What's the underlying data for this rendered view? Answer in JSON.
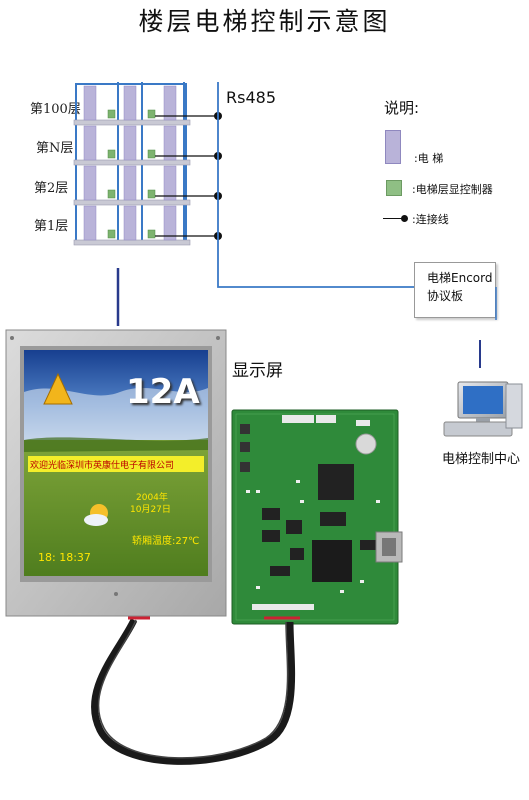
{
  "title": "楼层电梯控制示意图",
  "floors": [
    "第100层",
    "第N层",
    "第2层",
    "第1层"
  ],
  "bus_label": "Rs485",
  "legend": {
    "title": "说明:",
    "items": [
      {
        "icon": "elevator-swatch",
        "color": "#b9b3d9",
        "label": ":电 梯"
      },
      {
        "icon": "controller-swatch",
        "color": "#8fbf84",
        "label": ":电梯层显控制器"
      },
      {
        "icon": "connector-line-icon",
        "label": ":连接线"
      }
    ]
  },
  "encoder_board": {
    "line1": "电梯Encord",
    "line2": "协议板"
  },
  "screen_label": "显示屏",
  "control_center_label": "电梯控制中心",
  "lcd": {
    "floor_number": "12A",
    "marquee": "欢迎光临深圳市英康仕电子有限公司",
    "date_year": "2004年",
    "date_day": "10月27日",
    "car_temp": "轿厢温度:27℃",
    "time": "18: 18:37"
  },
  "colors": {
    "frame_blue": "#3a79c6",
    "elevator": "#b9b3d9",
    "controller": "#7db36f",
    "pcb_green": "#2f8a3a",
    "lcd_bg": "#c8c8c8"
  }
}
